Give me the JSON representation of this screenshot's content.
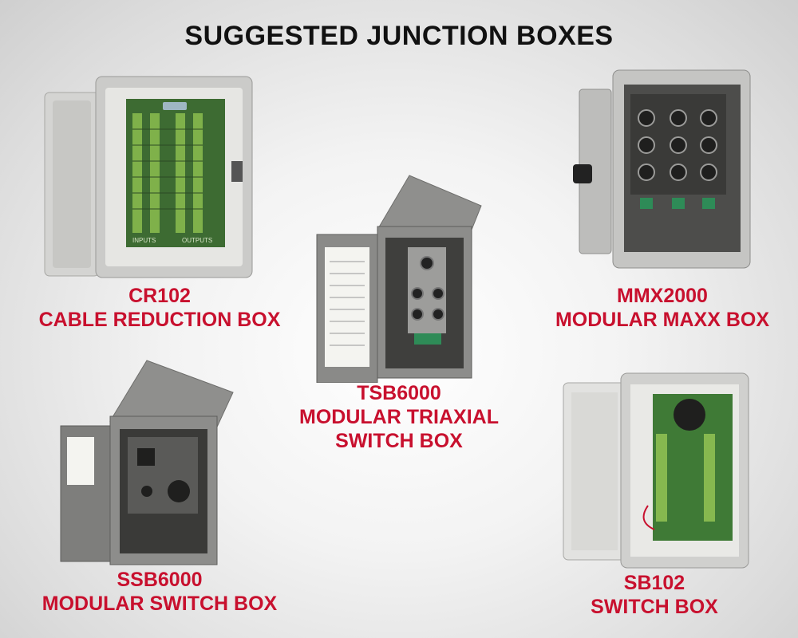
{
  "page": {
    "title": "SUGGESTED JUNCTION BOXES",
    "accent_color": "#c8102e"
  },
  "products": [
    {
      "model": "CR102",
      "name": "CABLE REDUCTION BOX",
      "image": "cr102-box-photo",
      "photo_text": {
        "left": "INPUTS",
        "right": "OUTPUTS"
      }
    },
    {
      "model": "MMX2000",
      "name": "MODULAR MAXX BOX",
      "image": "mmx2000-box-photo"
    },
    {
      "model": "TSB6000",
      "name": "MODULAR TRIAXIAL",
      "name_line2": "SWITCH BOX",
      "image": "tsb6000-box-photo"
    },
    {
      "model": "SSB6000",
      "name": "MODULAR SWITCH BOX",
      "image": "ssb6000-box-photo"
    },
    {
      "model": "SB102",
      "name": "SWITCH BOX",
      "image": "sb102-box-photo"
    }
  ]
}
